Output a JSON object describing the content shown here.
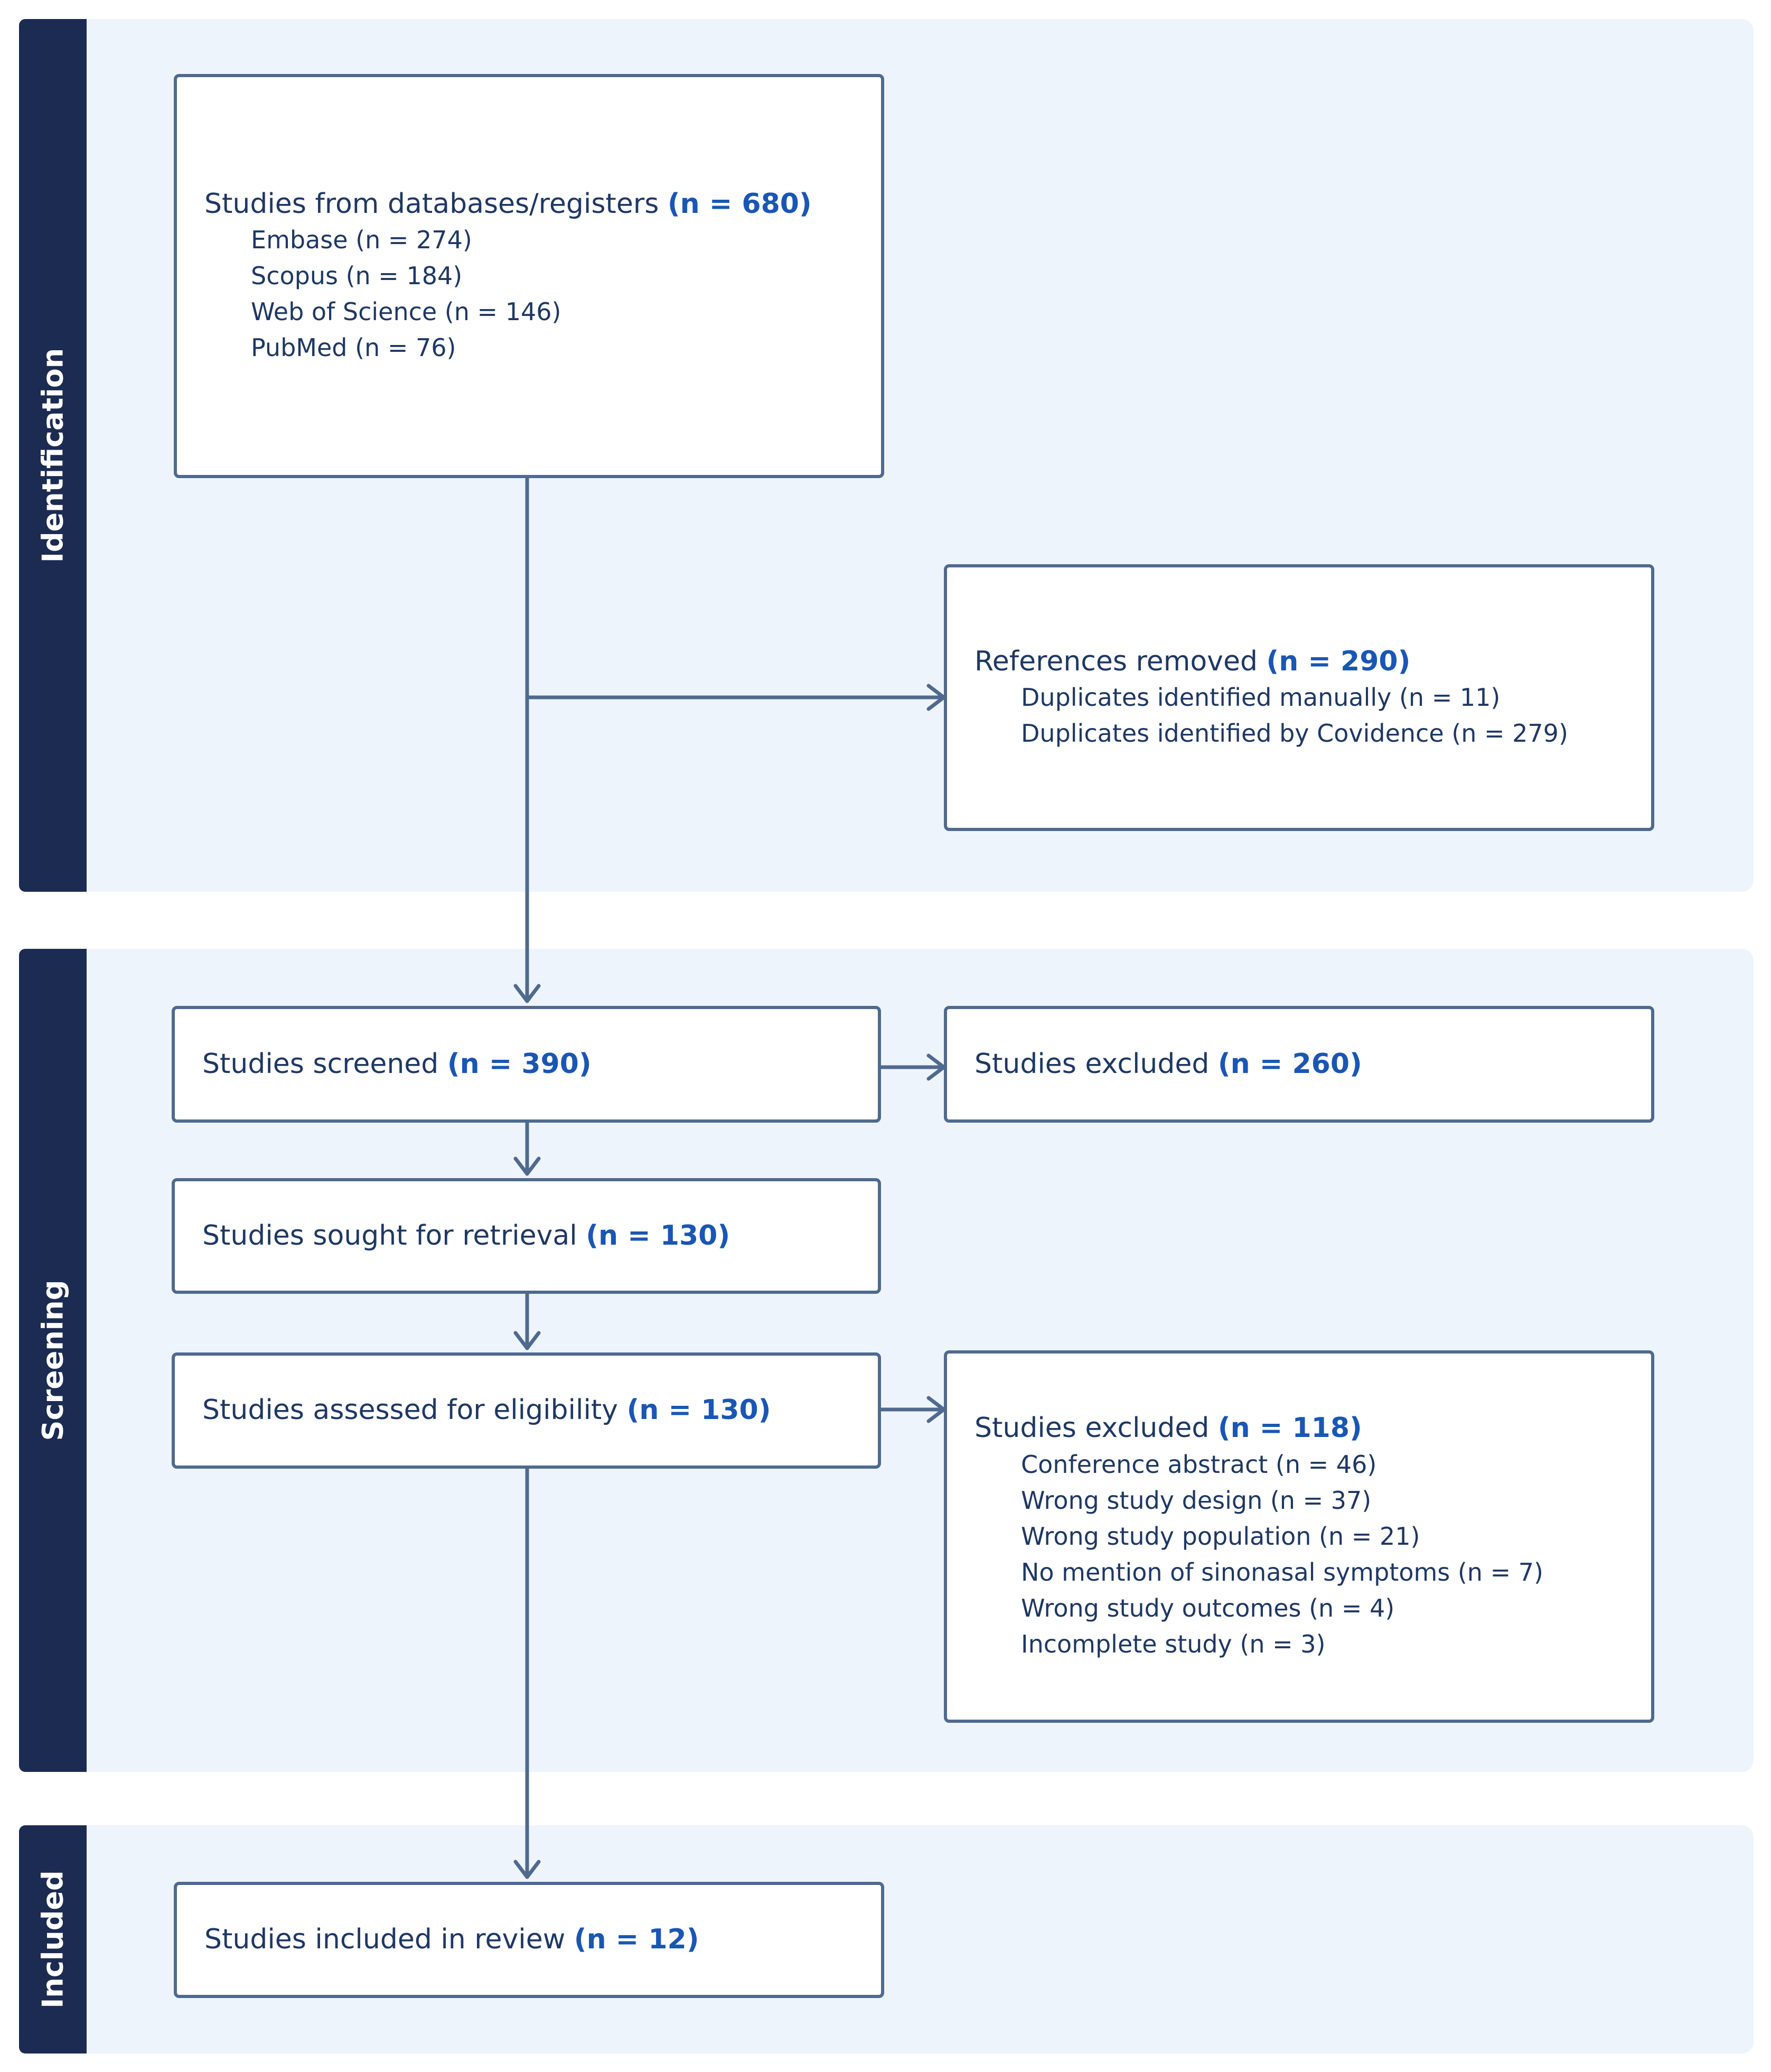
{
  "stages": {
    "identification": "Identification",
    "screening": "Screening",
    "included": "Included"
  },
  "identification_box": {
    "label": "Studies from databases/registers ",
    "count": "(n = 680)",
    "items": [
      "Embase (n = 274)",
      "Scopus (n = 184)",
      "Web of Science (n = 146)",
      "PubMed (n = 76)"
    ]
  },
  "removed_box": {
    "label": "References removed ",
    "count": "(n = 290)",
    "items": [
      "Duplicates identified manually (n = 11)",
      "Duplicates identified by Covidence (n = 279)"
    ]
  },
  "screened_box": {
    "label": "Studies screened ",
    "count": "(n = 390)"
  },
  "screen_excluded_box": {
    "label": "Studies excluded ",
    "count": "(n = 260)"
  },
  "retrieval_box": {
    "label": "Studies sought for retrieval ",
    "count": "(n = 130)"
  },
  "eligibility_box": {
    "label": "Studies assessed for eligibility ",
    "count": "(n = 130)"
  },
  "eligibility_excluded_box": {
    "label": "Studies excluded ",
    "count": "(n = 118)",
    "items": [
      "Conference abstract (n = 46)",
      "Wrong study design (n = 37)",
      "Wrong study population (n = 21)",
      "No mention of sinonasal symptoms (n = 7)",
      "Wrong study outcomes (n = 4)",
      "Incomplete study (n = 3)"
    ]
  },
  "included_box": {
    "label": "Studies included in review ",
    "count": "(n = 12)"
  },
  "colors": {
    "stage_band": "#1c2b52",
    "section_background": "#eef4fc",
    "box_border": "#4f6a8e",
    "count_text": "#1a56b4",
    "body_text": "#1f3864",
    "connector": "#4f6a8e"
  }
}
